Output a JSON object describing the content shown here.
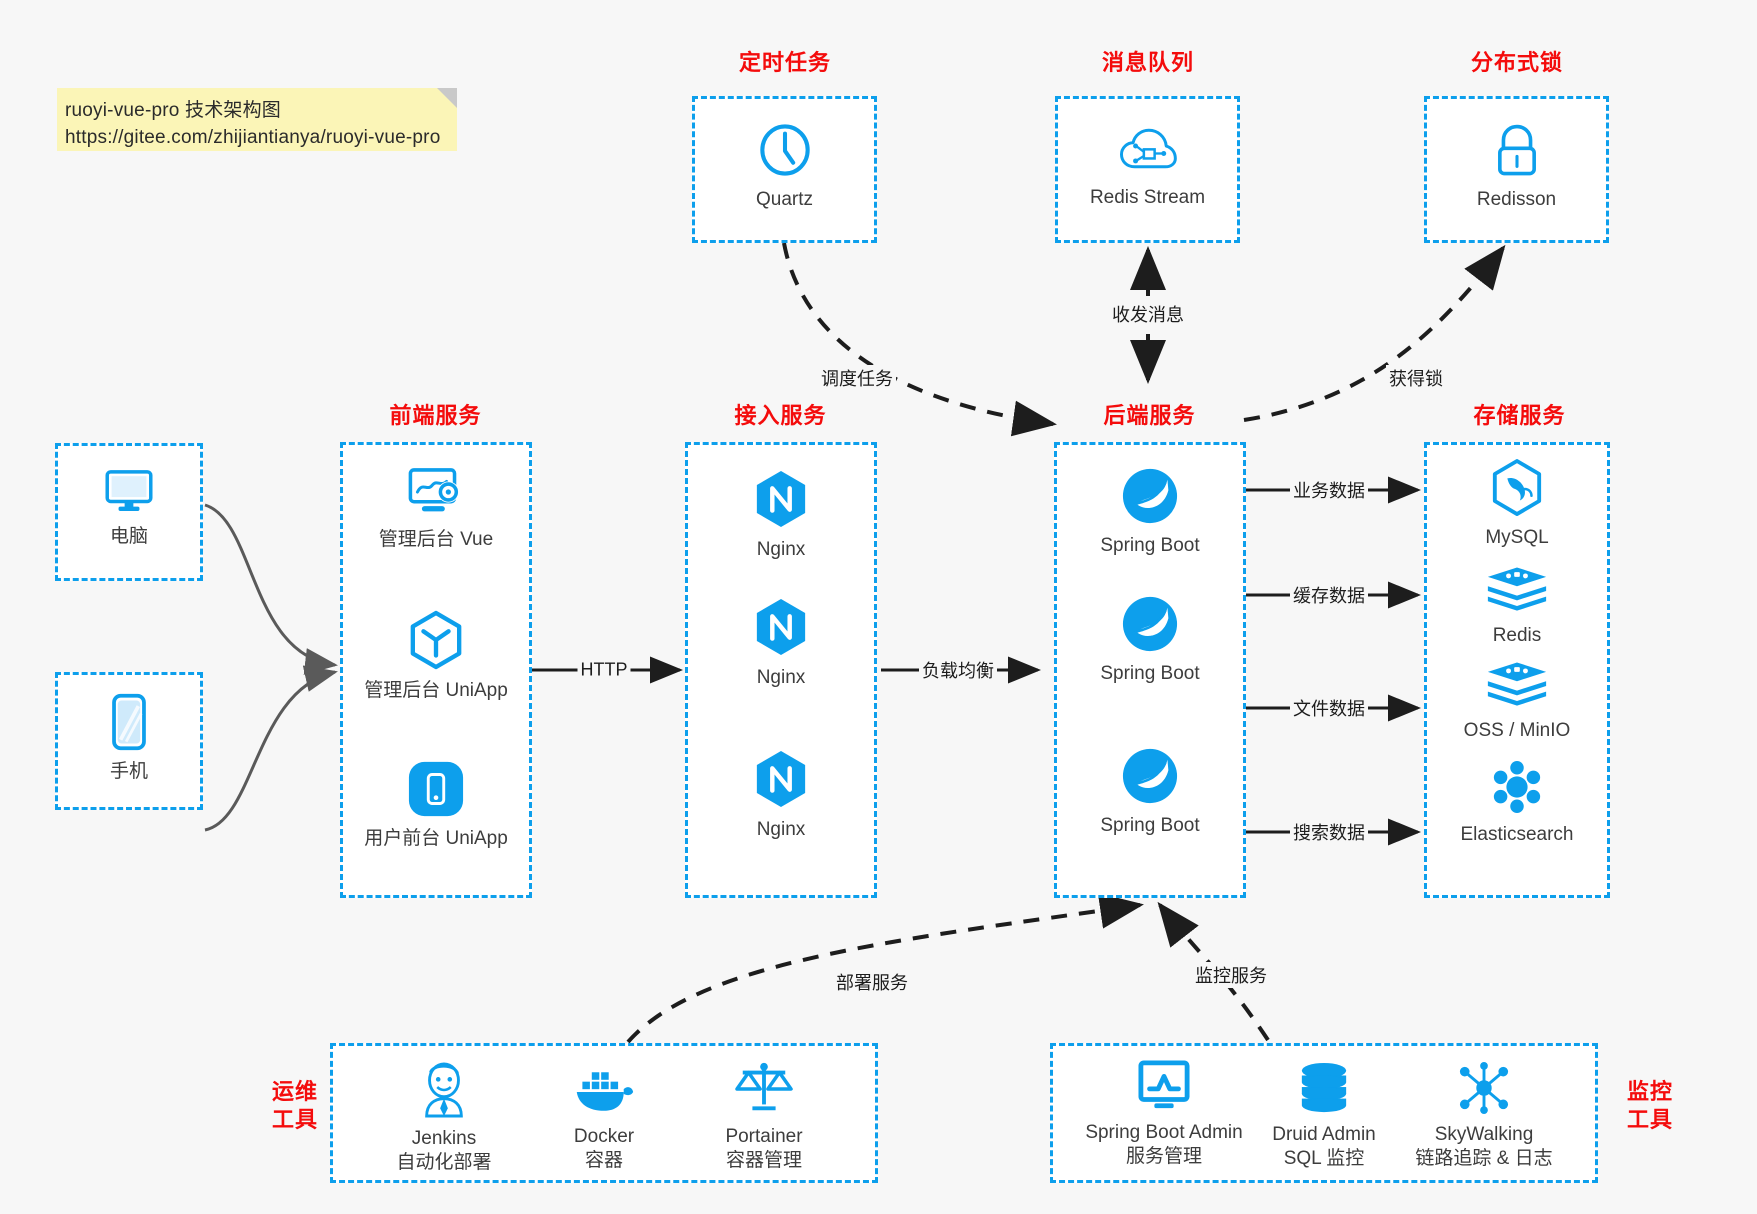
{
  "note": {
    "line1": "ruoyi-vue-pro 技术架构图",
    "line2": "https://gitee.com/zhijiantianya/ruoyi-vue-pro",
    "bg_color": "#fbf5b7"
  },
  "colors": {
    "accent_blue": "#0d9fec",
    "title_red": "#f40c0c",
    "canvas": "#f7f7f7",
    "box_fill": "#ffffff",
    "arrow_dark": "#1d1d1d",
    "arrow_gray": "#5a5a5a"
  },
  "groups": {
    "scheduler": {
      "title": "定时任务",
      "nodes": [
        {
          "label": "Quartz",
          "icon": "clock-icon"
        }
      ]
    },
    "mq": {
      "title": "消息队列",
      "nodes": [
        {
          "label": "Redis Stream",
          "icon": "cloud-stream-icon"
        }
      ]
    },
    "lock": {
      "title": "分布式锁",
      "nodes": [
        {
          "label": "Redisson",
          "icon": "padlock-icon"
        }
      ]
    },
    "clients": {
      "nodes": [
        {
          "label": "电脑",
          "icon": "desktop-monitor-icon"
        },
        {
          "label": "手机",
          "icon": "mobile-phone-icon"
        }
      ]
    },
    "frontend": {
      "title": "前端服务",
      "nodes": [
        {
          "label": "管理后台 Vue",
          "icon": "dashboard-gear-icon"
        },
        {
          "label": "管理后台 UniApp",
          "icon": "cube-icon"
        },
        {
          "label": "用户前台 UniApp",
          "icon": "app-square-icon"
        }
      ]
    },
    "gateway": {
      "title": "接入服务",
      "nodes": [
        {
          "label": "Nginx",
          "icon": "nginx-icon"
        },
        {
          "label": "Nginx",
          "icon": "nginx-icon"
        },
        {
          "label": "Nginx",
          "icon": "nginx-icon"
        }
      ]
    },
    "backend": {
      "title": "后端服务",
      "nodes": [
        {
          "label": "Spring Boot",
          "icon": "spring-leaf-icon"
        },
        {
          "label": "Spring Boot",
          "icon": "spring-leaf-icon"
        },
        {
          "label": "Spring Boot",
          "icon": "spring-leaf-icon"
        }
      ]
    },
    "storage": {
      "title": "存储服务",
      "nodes": [
        {
          "label": "MySQL",
          "icon": "mysql-dolphin-icon"
        },
        {
          "label": "Redis",
          "icon": "redis-stack-icon"
        },
        {
          "label": "OSS / MinIO",
          "icon": "redis-stack-icon"
        },
        {
          "label": "Elasticsearch",
          "icon": "elasticsearch-icon"
        }
      ]
    },
    "devops": {
      "title_line1": "运维",
      "title_line2": "工具",
      "nodes": [
        {
          "label": "Jenkins",
          "sub": "自动化部署",
          "icon": "jenkins-butler-icon"
        },
        {
          "label": "Docker",
          "sub": "容器",
          "icon": "docker-whale-icon"
        },
        {
          "label": "Portainer",
          "sub": "容器管理",
          "icon": "scales-icon"
        }
      ]
    },
    "monitor": {
      "title_line1": "监控",
      "title_line2": "工具",
      "nodes": [
        {
          "label": "Spring Boot Admin",
          "sub": "服务管理",
          "icon": "monitor-chart-icon"
        },
        {
          "label": "Druid Admin",
          "sub": "SQL 监控",
          "icon": "database-cylinder-icon"
        },
        {
          "label": "SkyWalking",
          "sub": "链路追踪 & 日志",
          "icon": "skywalking-node-icon"
        }
      ]
    }
  },
  "edges": [
    {
      "id": "schedule-task",
      "label": "调度任务"
    },
    {
      "id": "send-receive-message",
      "label": "收发消息"
    },
    {
      "id": "acquire-lock",
      "label": "获得锁"
    },
    {
      "id": "http",
      "label": "HTTP"
    },
    {
      "id": "load-balance",
      "label": "负载均衡"
    },
    {
      "id": "business-data",
      "label": "业务数据"
    },
    {
      "id": "cache-data",
      "label": "缓存数据"
    },
    {
      "id": "file-data",
      "label": "文件数据"
    },
    {
      "id": "search-data",
      "label": "搜索数据"
    },
    {
      "id": "deploy-service",
      "label": "部署服务"
    },
    {
      "id": "monitor-service",
      "label": "监控服务"
    }
  ]
}
